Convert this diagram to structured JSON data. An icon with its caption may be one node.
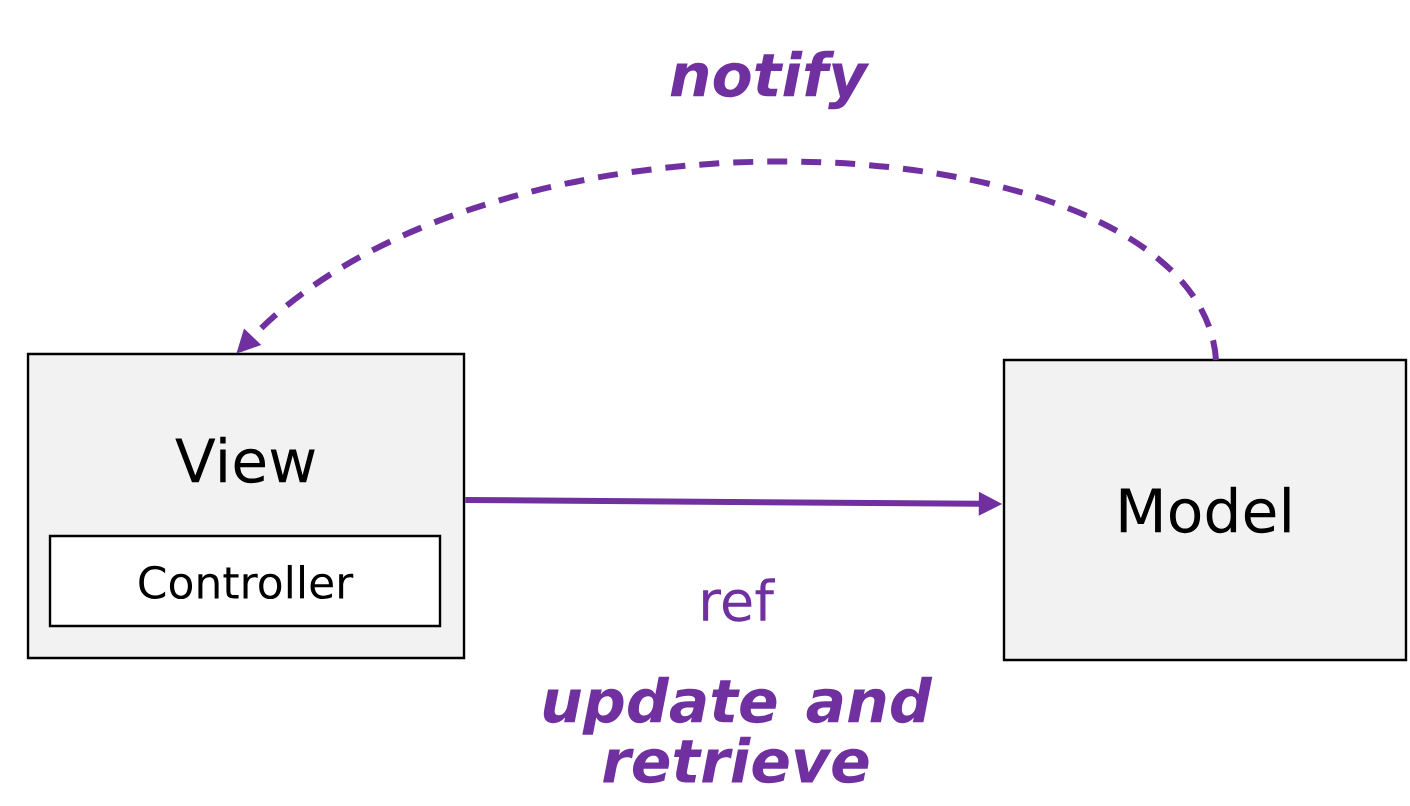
{
  "diagram": {
    "nodes": [
      {
        "text": [
          "View"
        ]
      },
      {
        "text": [
          "Controller"
        ],
        "in": 0
      },
      {
        "text": [
          "Model"
        ]
      }
    ],
    "edges": [
      {
        "from": 0,
        "to": 2,
        "arrow": "to",
        "label": "ref"
      },
      {
        "from": 2,
        "to": 0,
        "arrow": "to",
        "label": "notify",
        "style": "dashed"
      }
    ],
    "labels": [
      "update and retrieve"
    ]
  }
}
